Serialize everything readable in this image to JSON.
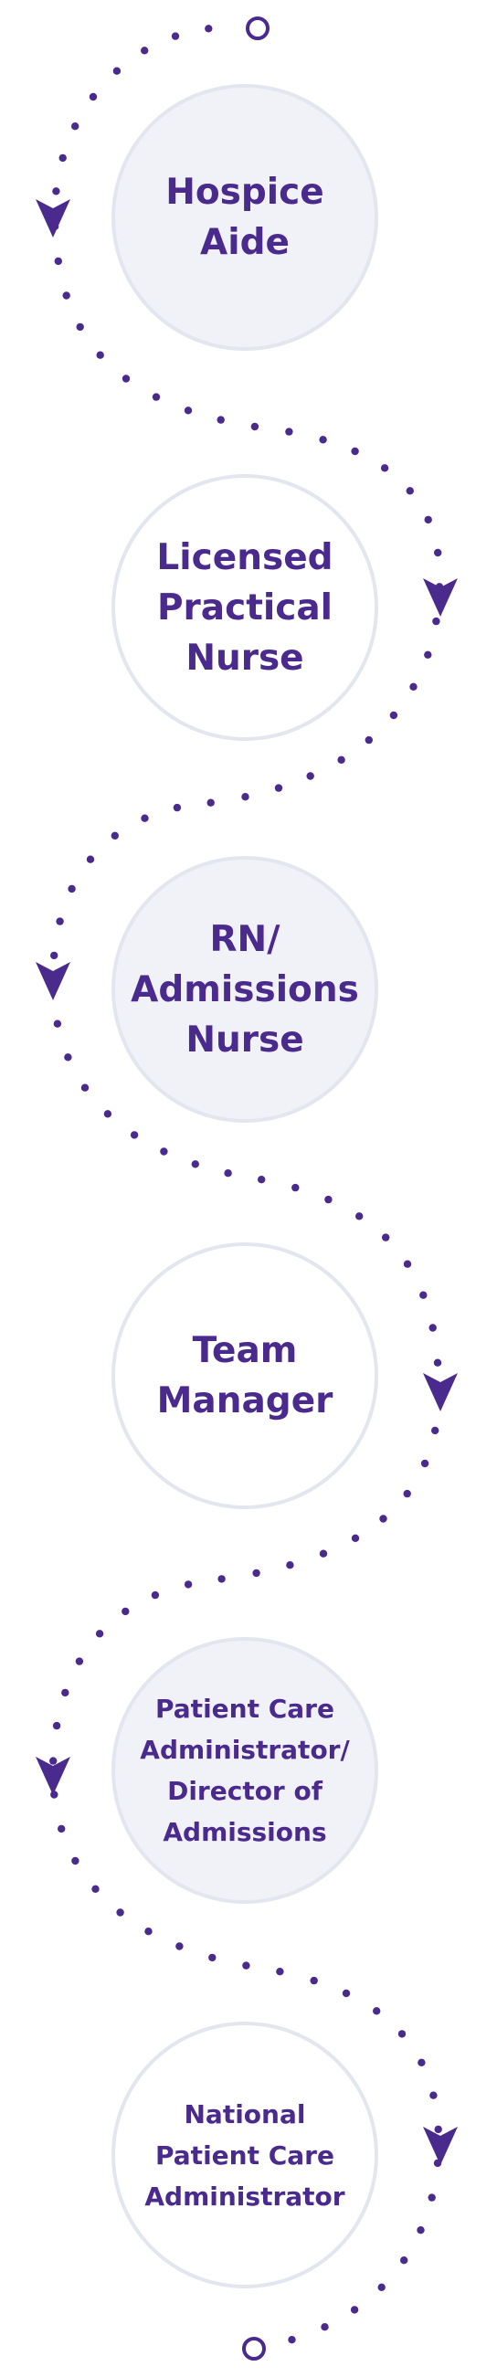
{
  "theme": {
    "accent": "#4a2a8c",
    "circle_border": "#e3e6ef",
    "circle_fill_gray": "#f1f2f7",
    "circle_fill_white": "#ffffff"
  },
  "steps": [
    {
      "lines": [
        "Hospice",
        "Aide"
      ]
    },
    {
      "lines": [
        "Licensed",
        "Practical",
        "Nurse"
      ]
    },
    {
      "lines": [
        "RN/",
        "Admissions",
        "Nurse"
      ]
    },
    {
      "lines": [
        "Team",
        "Manager"
      ]
    },
    {
      "lines": [
        "Patient Care",
        "Administrator/",
        "Director of",
        "Admissions"
      ]
    },
    {
      "lines": [
        "National",
        "Patient Care",
        "Administrator"
      ]
    }
  ]
}
